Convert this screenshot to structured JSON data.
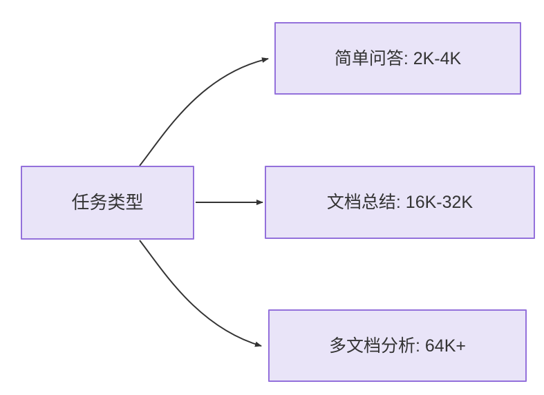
{
  "diagram": {
    "type": "flowchart",
    "direction": "left-to-right",
    "background_color": "#ffffff",
    "node_fill_color": "#e9e4f8",
    "node_border_color": "#9370db",
    "node_text_color": "#333333",
    "edge_color": "#333333",
    "root": {
      "id": "root",
      "label": "任务类型"
    },
    "leaves": [
      {
        "id": "leaf-0",
        "label": "简单问答: 2K-4K",
        "edge_style": "curved"
      },
      {
        "id": "leaf-1",
        "label": "文档总结: 16K-32K",
        "edge_style": "straight"
      },
      {
        "id": "leaf-2",
        "label": "多文档分析: 64K+",
        "edge_style": "curved"
      }
    ]
  }
}
